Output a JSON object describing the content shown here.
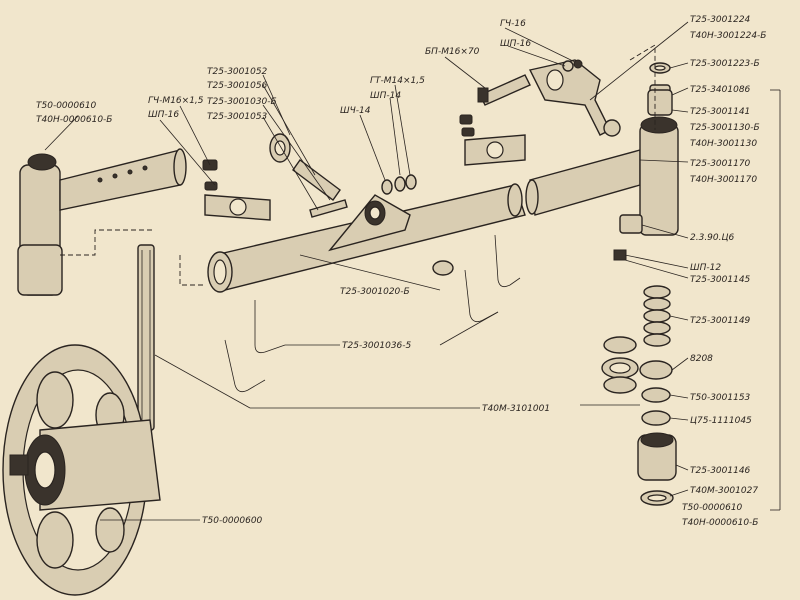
{
  "labels": {
    "t50_0000610_top": "Т50-0000610",
    "t40n_0000610_b_top": "Т40Н-0000610-Б",
    "gch_m16": "ГЧ-М16×1,5",
    "shp_16_left": "ШП-16",
    "t25_3001052": "Т25-3001052",
    "t25_3001056": "Т25-3001056",
    "t25_3001030_b": "Т25-3001030-Б",
    "t25_3001053": "Т25-3001053",
    "sh4_14": "ШЧ-14",
    "gt_m14": "ГТ-М14×1,5",
    "shp_14": "ШП-14",
    "bp_m16x70": "БП-М16×70",
    "gch_16": "ГЧ-16",
    "shp_16_right": "ШП-16",
    "t25_3001224": "Т25-3001224",
    "t40n_3001224_b": "Т40Н-3001224-Б",
    "t25_3001223_b": "Т25-3001223-Б",
    "t25_3401086": "Т25-3401086",
    "t25_3001141": "Т25-3001141",
    "t25_3001130_b": "Т25-3001130-Б",
    "t40n_3001130": "Т40Н-3001130",
    "t25_3001170": "Т25-3001170",
    "t40n_3001170": "Т40Н-3001170",
    "part_2390": "2.3.90.Ц6",
    "shp_12": "ШП-12",
    "t25_3001145": "Т25-3001145",
    "t25_3001149": "Т25-3001149",
    "bearing_8208": "8208",
    "t50_3001153": "Т50-3001153",
    "c75_1111045": "Ц75-1111045",
    "t25_3001146": "Т25-3001146",
    "t40m_3001027": "Т40М-3001027",
    "t50_0000610_bottom": "Т50-0000610",
    "t40n_0000610_b_bottom": "Т40Н-0000610-Б",
    "t25_3001020_b": "Т25-3001020-Б",
    "t25_3001036_5": "Т25-3001036-5",
    "t40m_3101001": "Т40М-3101001",
    "t50_0000600": "Т50-0000600"
  }
}
